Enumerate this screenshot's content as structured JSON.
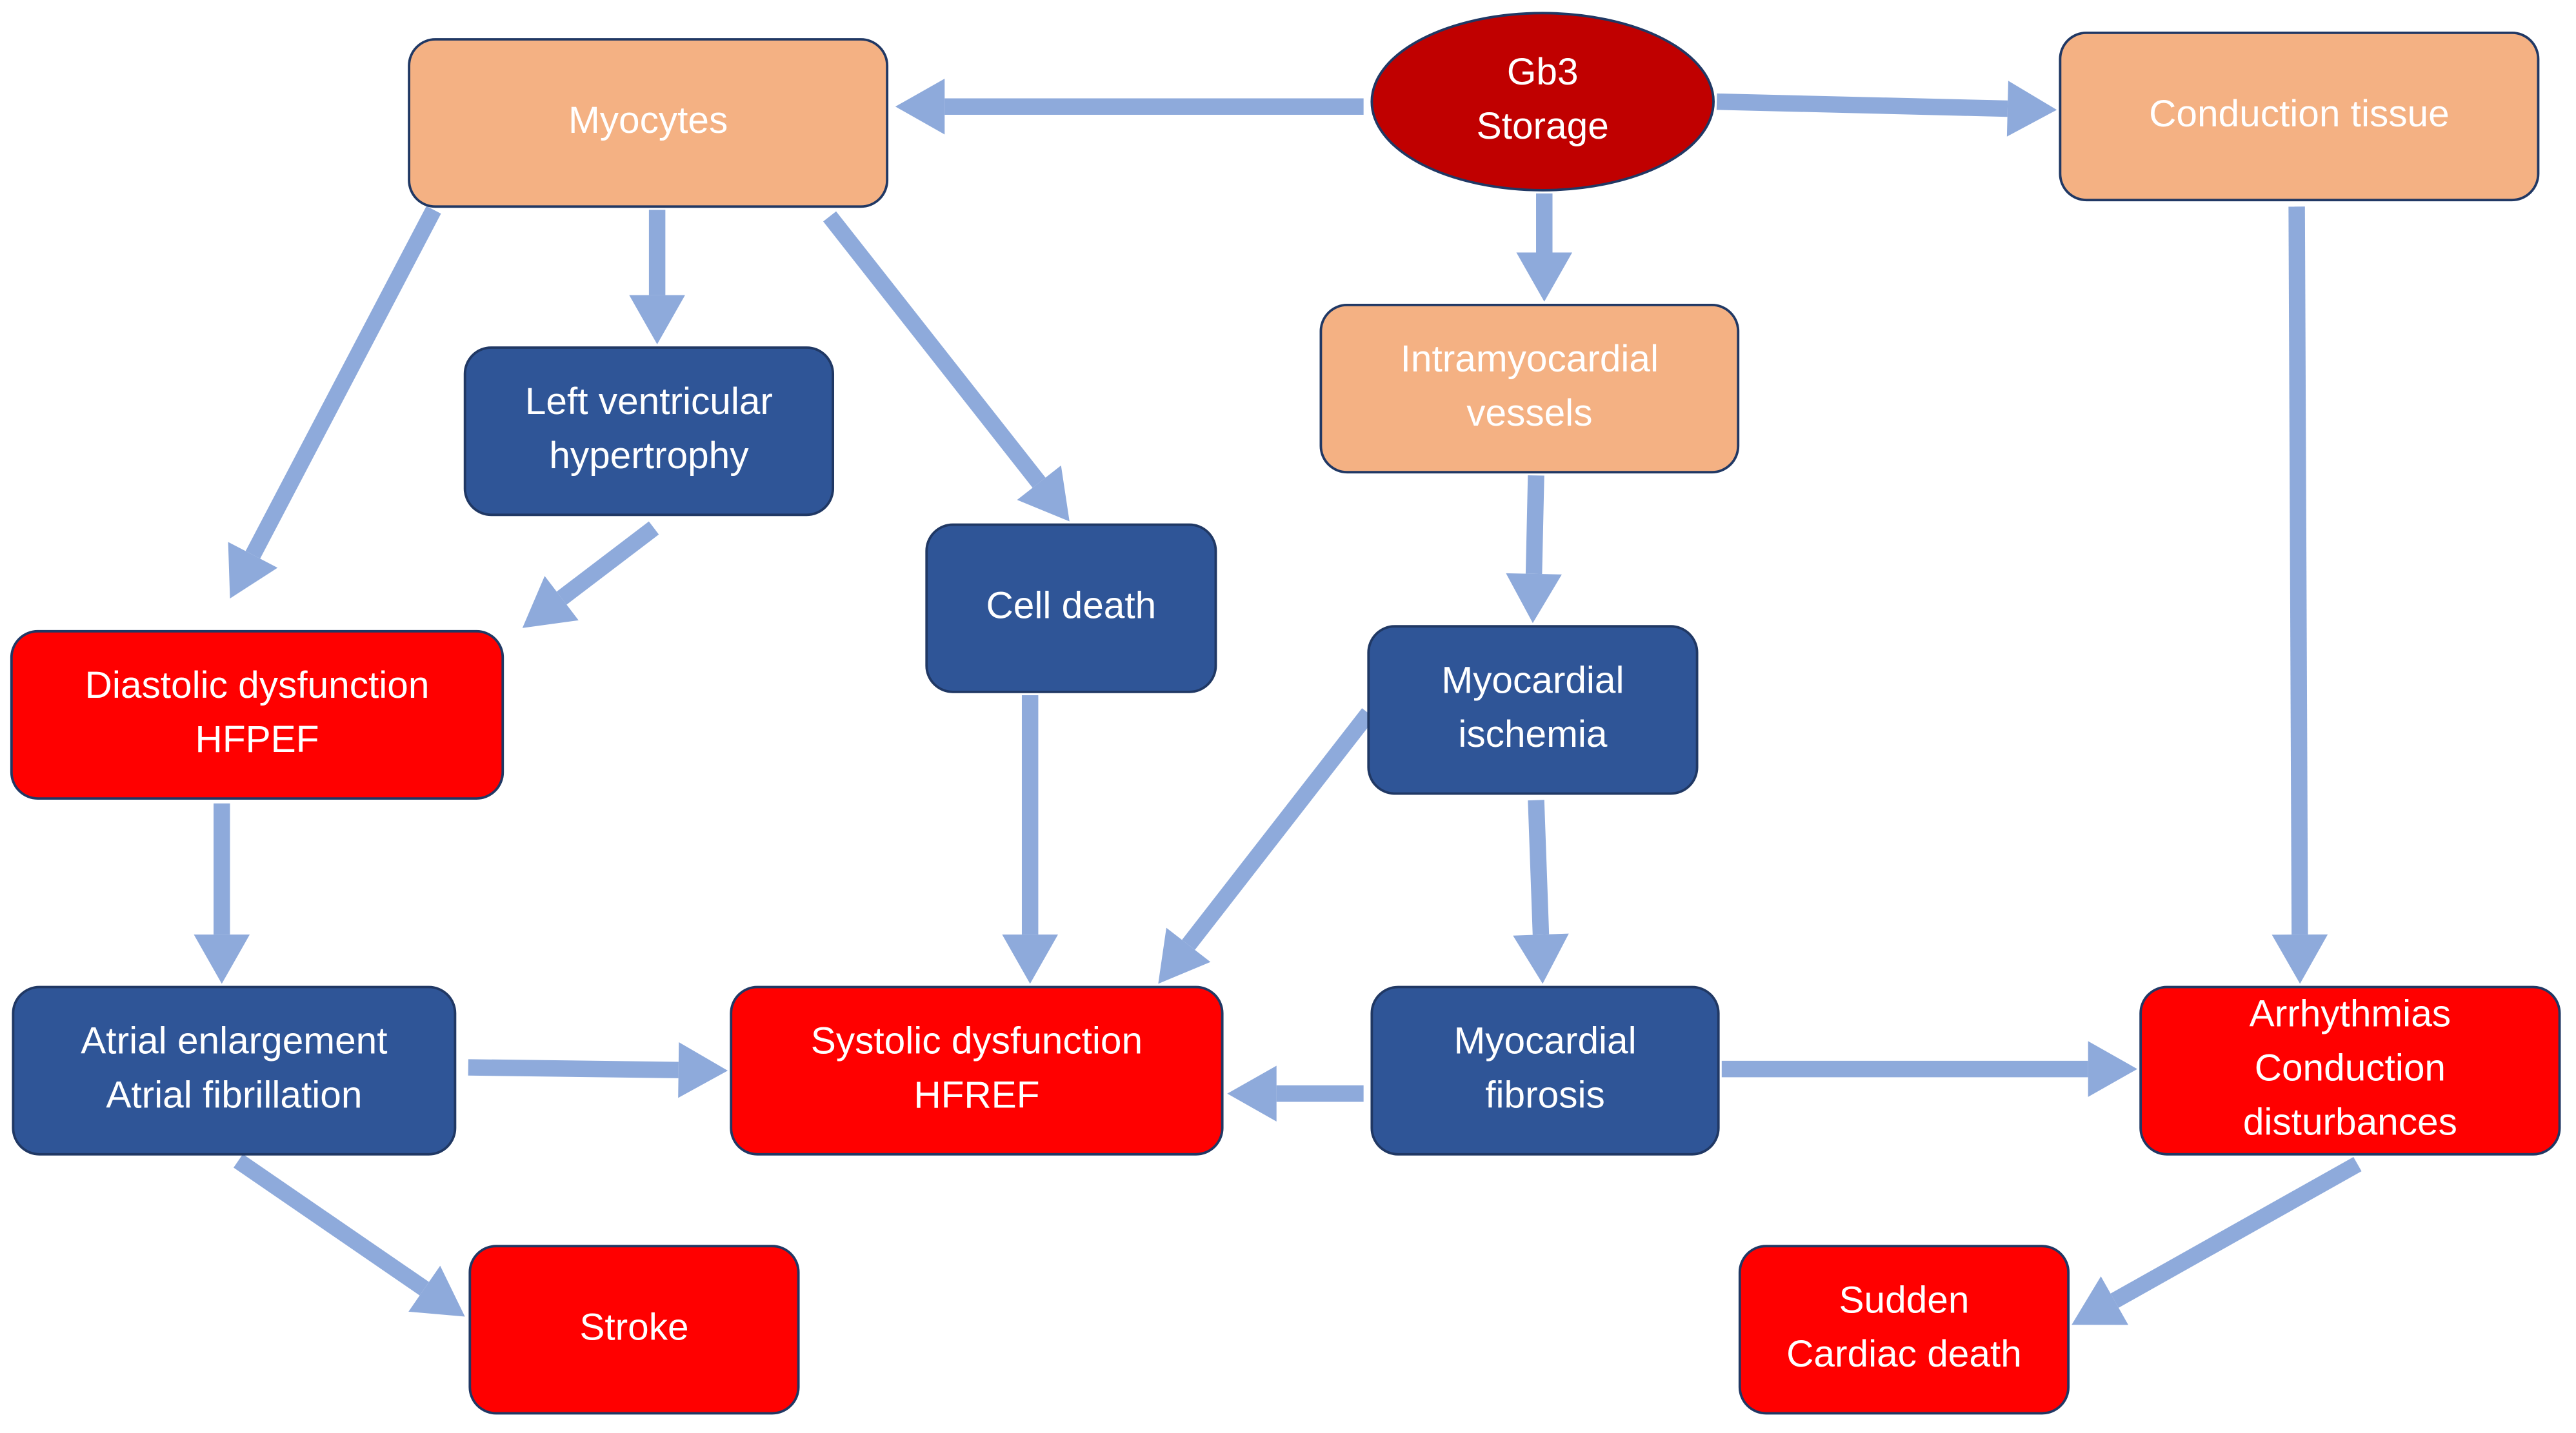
{
  "colors": {
    "storage": "#c00000",
    "tissue": "#f4b183",
    "mechanism": "#2f5597",
    "outcome": "#ff0000",
    "border": "#203864",
    "arrow": "#8eaadb"
  },
  "nodes": {
    "gb3": {
      "lines": [
        "Gb3",
        "Storage"
      ],
      "kind": "storage"
    },
    "myocytes": {
      "lines": [
        "Myocytes"
      ],
      "kind": "tissue"
    },
    "conduction": {
      "lines": [
        "Conduction tissue"
      ],
      "kind": "tissue"
    },
    "vessels": {
      "lines": [
        "Intramyocardial",
        "vessels"
      ],
      "kind": "tissue"
    },
    "lvh": {
      "lines": [
        "Left ventricular",
        "hypertrophy"
      ],
      "kind": "mechanism"
    },
    "celldeath": {
      "lines": [
        "Cell death"
      ],
      "kind": "mechanism"
    },
    "ischemia": {
      "lines": [
        "Myocardial",
        "ischemia"
      ],
      "kind": "mechanism"
    },
    "diastolic": {
      "lines": [
        "Diastolic dysfunction",
        "HFPEF"
      ],
      "kind": "outcome"
    },
    "atrial": {
      "lines": [
        "Atrial enlargement",
        "Atrial fibrillation"
      ],
      "kind": "mechanism"
    },
    "systolic": {
      "lines": [
        "Systolic dysfunction",
        "HFREF"
      ],
      "kind": "outcome"
    },
    "fibrosis": {
      "lines": [
        "Myocardial",
        "fibrosis"
      ],
      "kind": "mechanism"
    },
    "arrhythmias": {
      "lines": [
        "Arrhythmias",
        "Conduction",
        "disturbances"
      ],
      "kind": "outcome"
    },
    "stroke": {
      "lines": [
        "Stroke"
      ],
      "kind": "outcome"
    },
    "scd": {
      "lines": [
        "Sudden",
        "Cardiac death"
      ],
      "kind": "outcome"
    }
  },
  "edges": [
    {
      "from": "gb3",
      "to": "myocytes"
    },
    {
      "from": "gb3",
      "to": "conduction"
    },
    {
      "from": "gb3",
      "to": "vessels"
    },
    {
      "from": "myocytes",
      "to": "diastolic"
    },
    {
      "from": "myocytes",
      "to": "lvh"
    },
    {
      "from": "myocytes",
      "to": "celldeath"
    },
    {
      "from": "lvh",
      "to": "diastolic"
    },
    {
      "from": "vessels",
      "to": "ischemia"
    },
    {
      "from": "conduction",
      "to": "arrhythmias"
    },
    {
      "from": "celldeath",
      "to": "systolic"
    },
    {
      "from": "ischemia",
      "to": "systolic"
    },
    {
      "from": "ischemia",
      "to": "fibrosis"
    },
    {
      "from": "diastolic",
      "to": "atrial"
    },
    {
      "from": "atrial",
      "to": "systolic"
    },
    {
      "from": "fibrosis",
      "to": "systolic"
    },
    {
      "from": "fibrosis",
      "to": "arrhythmias"
    },
    {
      "from": "atrial",
      "to": "stroke"
    },
    {
      "from": "arrhythmias",
      "to": "scd"
    }
  ]
}
